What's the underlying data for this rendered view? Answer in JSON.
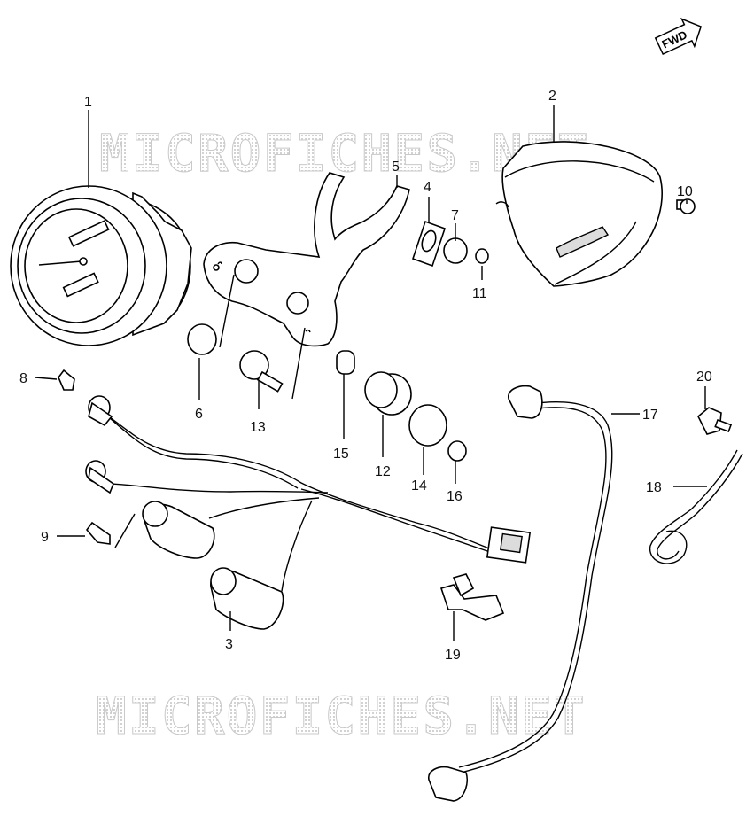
{
  "fwd_label": "FWD",
  "watermark_text": "MICROFICHES.NET",
  "callouts": {
    "c1": "1",
    "c2": "2",
    "c3": "3",
    "c4": "4",
    "c5": "5",
    "c6": "6",
    "c7": "7",
    "c8": "8",
    "c9": "9",
    "c10": "10",
    "c11": "11",
    "c12": "12",
    "c13": "13",
    "c14": "14",
    "c15": "15",
    "c16": "16",
    "c17": "17",
    "c18": "18",
    "c19": "19",
    "c20": "20"
  }
}
